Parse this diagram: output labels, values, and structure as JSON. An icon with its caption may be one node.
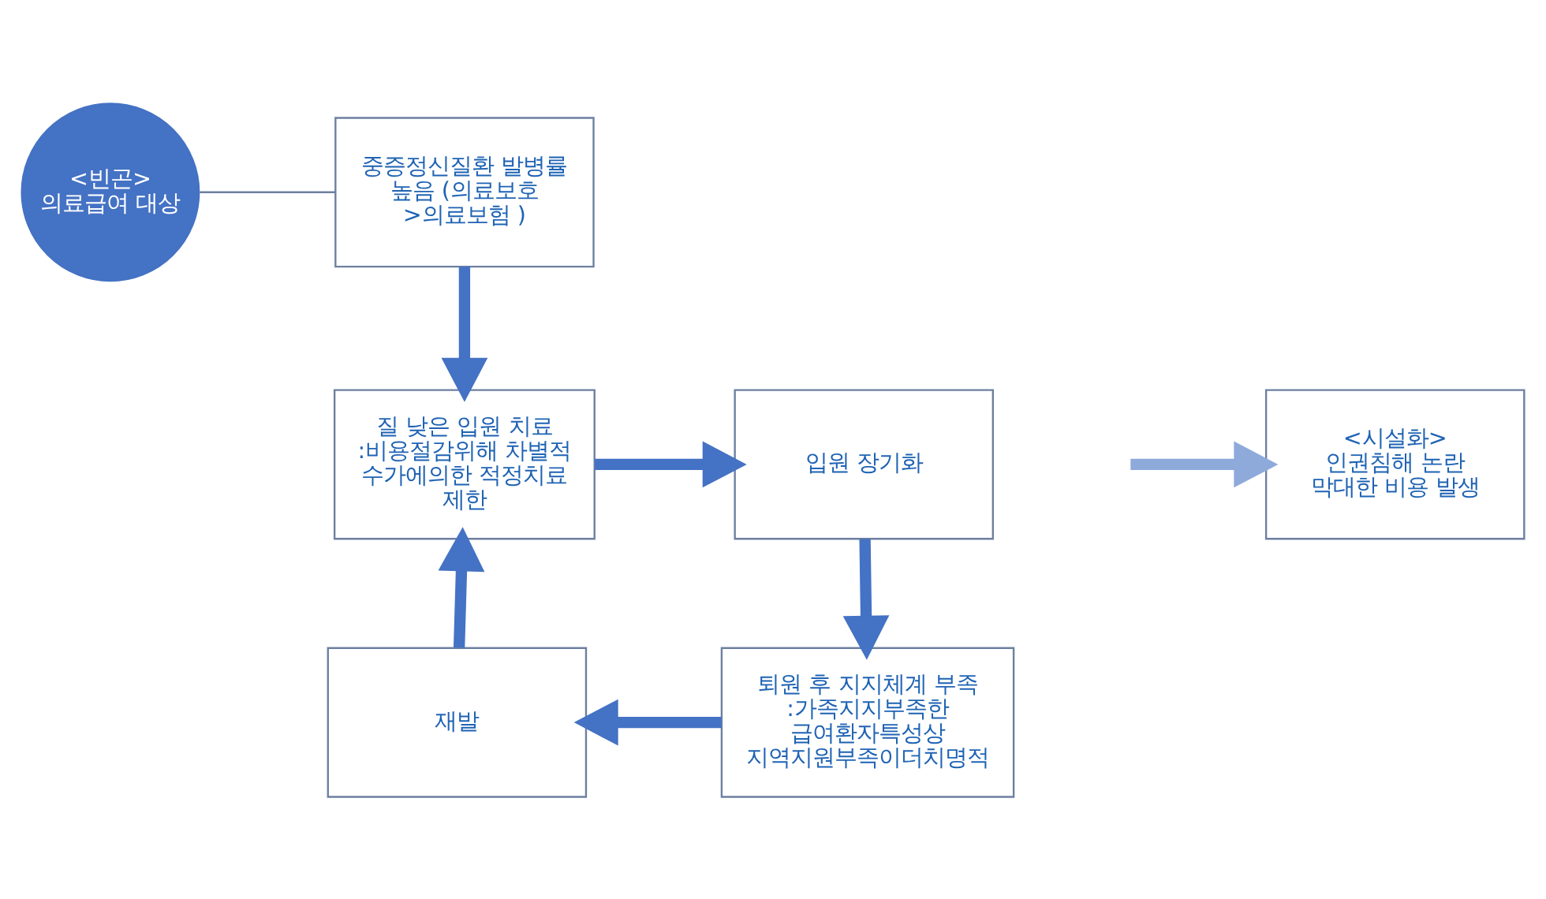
{
  "diagram": {
    "nodes": [
      {
        "text": [
          "<빈곤>",
          "의료급여 대상"
        ]
      },
      {
        "text": [
          "중증정신질환 발병률 높음 (의료보호 >의료보험 )"
        ]
      },
      {
        "text": [
          "질 낮은 입원 치료",
          ":비용절감위해 차별적 수가에의한 적정치료 제한"
        ]
      },
      {
        "text": [
          "입원 장기화"
        ]
      },
      {
        "text": [
          "퇴원 후 지지체계 부족",
          ":가족지지부족한 급여환자특성상 지역지원부족이더치명적"
        ]
      },
      {
        "text": [
          "재발"
        ]
      },
      {
        "text": [
          "<시설화>",
          "인권침해 논란",
          "막대한 비용 발생"
        ]
      }
    ],
    "edges": [
      {
        "from": 0,
        "to": 1,
        "arrow": "none"
      },
      {
        "from": 1,
        "to": 2,
        "arrow": "to"
      },
      {
        "from": 2,
        "to": 3,
        "arrow": "to"
      },
      {
        "from": 3,
        "to": 4,
        "arrow": "to"
      },
      {
        "from": 4,
        "to": 5,
        "arrow": "to"
      },
      {
        "from": 5,
        "to": 2,
        "arrow": "to"
      },
      {
        "from": null,
        "to": 6,
        "arrow": "to",
        "color": "#8eaadb"
      }
    ]
  }
}
